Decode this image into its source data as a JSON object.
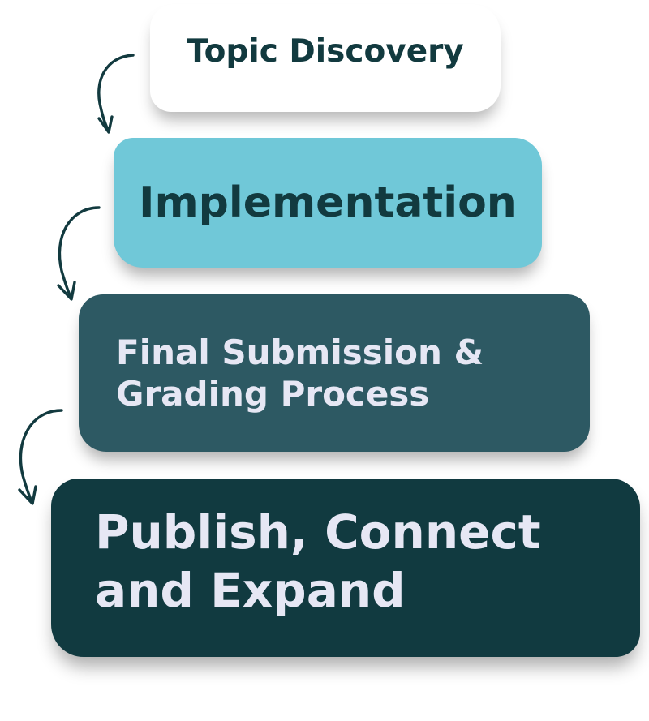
{
  "steps": [
    {
      "lines": [
        "Topic Discovery"
      ],
      "bg": "#ffffff",
      "color": "#123a3f"
    },
    {
      "lines": [
        "Implementation"
      ],
      "bg": "#70c8d8",
      "color": "#123a3f"
    },
    {
      "lines": [
        "Final Submission &",
        "Grading Process"
      ],
      "bg": "#2d5963",
      "color": "#e6e7f4"
    },
    {
      "lines": [
        "Publish, Connect",
        "and Expand"
      ],
      "bg": "#113a40",
      "color": "#e6e7f4"
    }
  ],
  "arrow_icon": "curved-arrow-down-icon",
  "arrow_color": "#123a3f"
}
